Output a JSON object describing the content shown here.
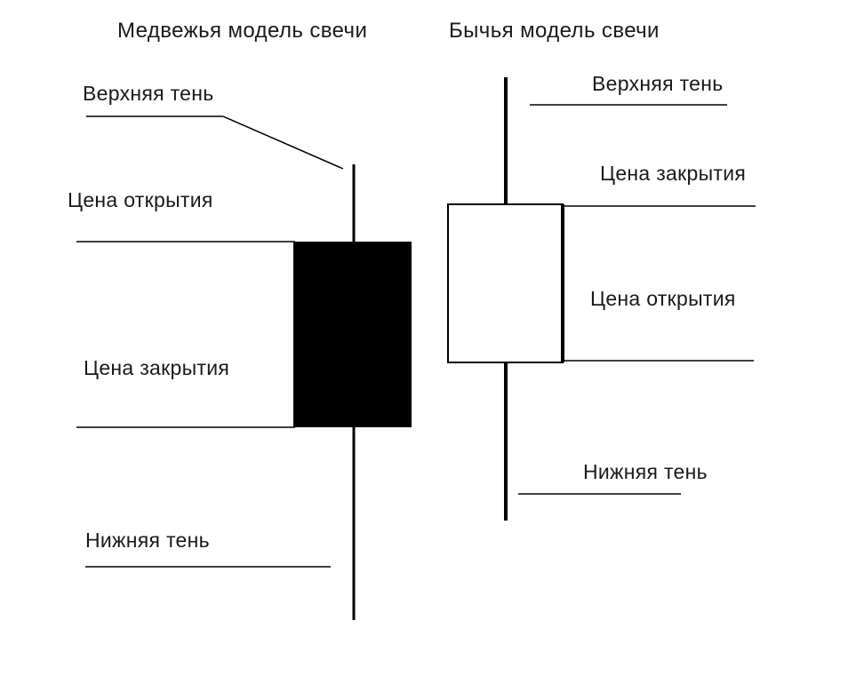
{
  "colors": {
    "background": "#ffffff",
    "ink": "#000000",
    "bearish_body": "#000000",
    "bullish_body": "#ffffff"
  },
  "bearish": {
    "title": "Медвежья модель свечи",
    "upper_shadow": "Верхняя тень",
    "open_price": "Цена открытия",
    "close_price": "Цена закрытия",
    "lower_shadow": "Нижняя тень"
  },
  "bullish": {
    "title": "Бычья модель свечи",
    "upper_shadow": "Верхняя тень",
    "close_price": "Цена закрытия",
    "open_price": "Цена открытия",
    "lower_shadow": "Нижняя тень"
  }
}
